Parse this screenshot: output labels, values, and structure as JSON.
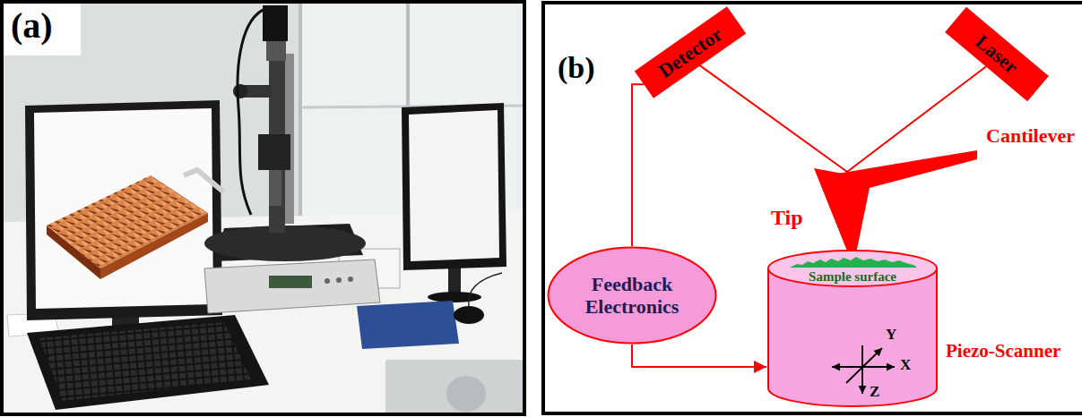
{
  "diagram": {
    "nodes": [
      {
        "text": [
          "Detector"
        ]
      },
      {
        "text": [
          "Laser"
        ]
      },
      {
        "text": [
          "Cantilever"
        ]
      },
      {
        "text": [
          "Tip"
        ]
      },
      {
        "text": [
          "Feedback Electronics"
        ]
      },
      {
        "text": [
          "Piezo-Scanner"
        ]
      },
      {
        "text": [
          "Sample surface"
        ],
        "in": 5
      }
    ],
    "edges": [
      {
        "from": 1,
        "to": 2,
        "arrow": "none"
      },
      {
        "from": 2,
        "to": 0,
        "arrow": "none"
      },
      {
        "from": 0,
        "to": 4,
        "arrow": "none"
      },
      {
        "from": 4,
        "to": 5,
        "arrow": "to"
      }
    ],
    "labels": [
      "(a)",
      "(b)",
      "Y",
      "X",
      "Z"
    ]
  }
}
